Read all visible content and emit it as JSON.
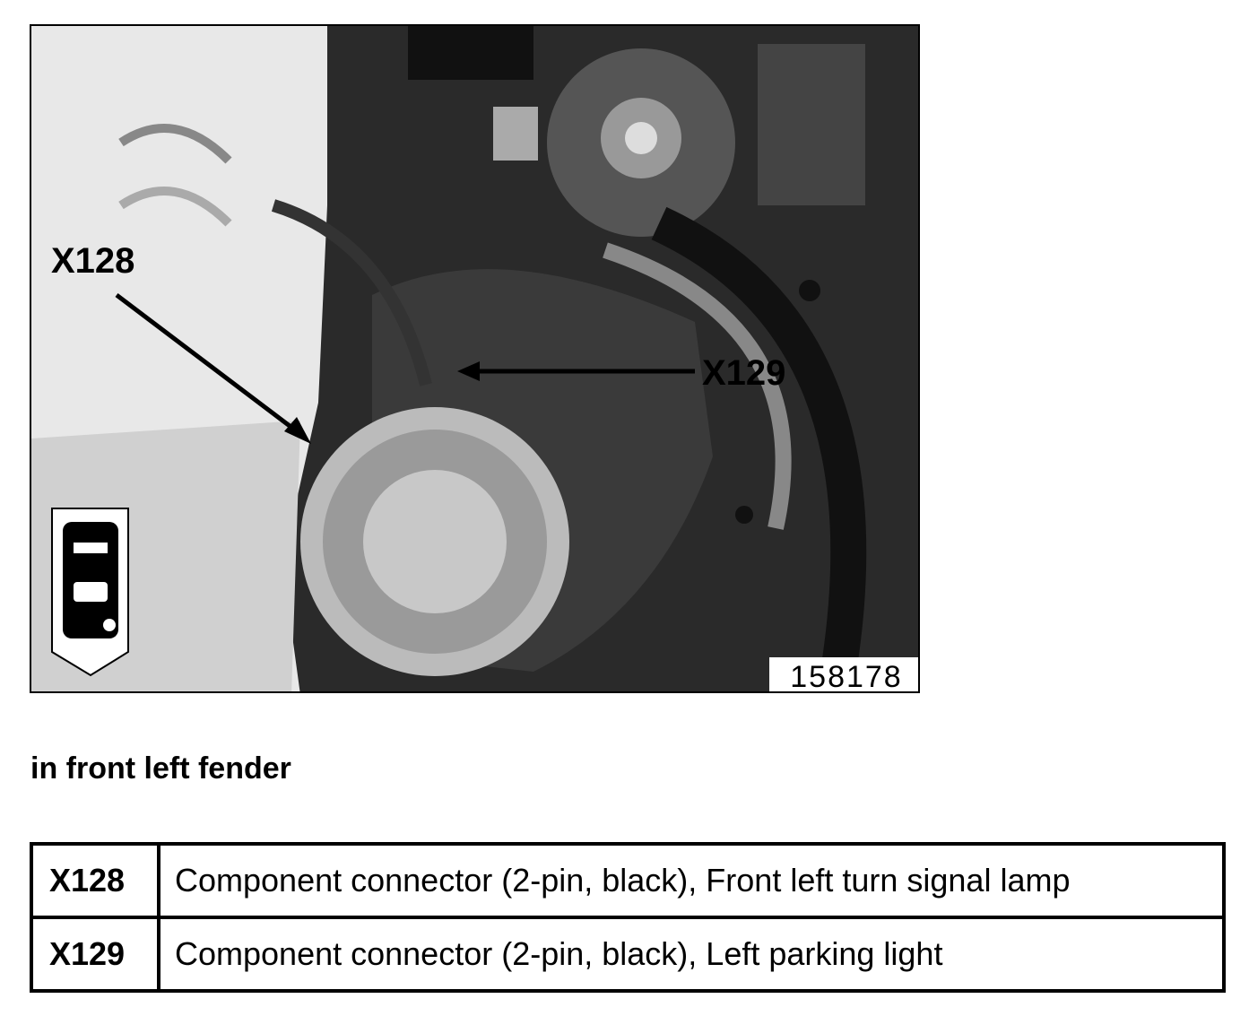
{
  "figure": {
    "callouts": [
      "X128",
      "X129"
    ],
    "image_number": "158178",
    "icon": "car-front-left-location-icon"
  },
  "caption": "in front left fender",
  "table": {
    "rows": [
      {
        "code": "X128",
        "description": "Component connector (2-pin, black), Front left turn signal lamp"
      },
      {
        "code": "X129",
        "description": "Component connector (2-pin, black), Left parking light"
      }
    ]
  }
}
